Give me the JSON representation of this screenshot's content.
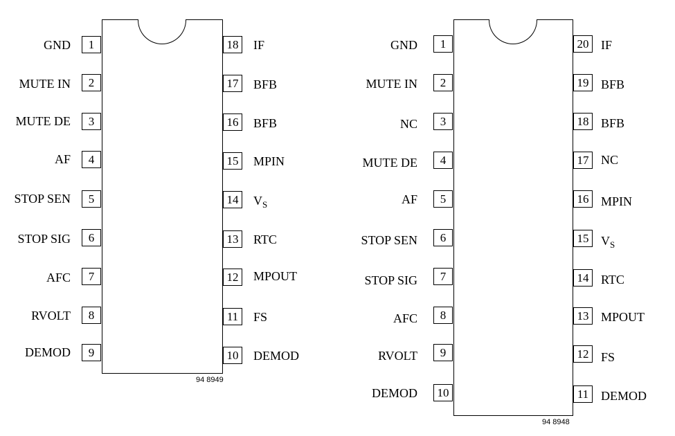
{
  "diagrams": [
    {
      "id": "dip18",
      "part_code": "94 8949",
      "left_pins": [
        {
          "num": "1",
          "label": "GND"
        },
        {
          "num": "2",
          "label": "MUTE IN"
        },
        {
          "num": "3",
          "label": "MUTE DE"
        },
        {
          "num": "4",
          "label": "AF"
        },
        {
          "num": "5",
          "label": "STOP SEN"
        },
        {
          "num": "6",
          "label": "STOP SIG"
        },
        {
          "num": "7",
          "label": "AFC"
        },
        {
          "num": "8",
          "label": "RVOLT"
        },
        {
          "num": "9",
          "label": "DEMOD"
        }
      ],
      "right_pins": [
        {
          "num": "18",
          "label": "IF"
        },
        {
          "num": "17",
          "label": "BFB"
        },
        {
          "num": "16",
          "label": "BFB"
        },
        {
          "num": "15",
          "label": "MPIN"
        },
        {
          "num": "14",
          "label": "V",
          "sub": "S"
        },
        {
          "num": "13",
          "label": "RTC"
        },
        {
          "num": "12",
          "label": "MPOUT"
        },
        {
          "num": "11",
          "label": "FS"
        },
        {
          "num": "10",
          "label": "DEMOD"
        }
      ]
    },
    {
      "id": "dip20",
      "part_code": "94 8948",
      "left_pins": [
        {
          "num": "1",
          "label": "GND"
        },
        {
          "num": "2",
          "label": "MUTE IN"
        },
        {
          "num": "3",
          "label": "NC"
        },
        {
          "num": "4",
          "label": "MUTE DE"
        },
        {
          "num": "5",
          "label": "AF"
        },
        {
          "num": "6",
          "label": "STOP SEN"
        },
        {
          "num": "7",
          "label": "STOP SIG"
        },
        {
          "num": "8",
          "label": "AFC"
        },
        {
          "num": "9",
          "label": "RVOLT"
        },
        {
          "num": "10",
          "label": "DEMOD"
        }
      ],
      "right_pins": [
        {
          "num": "20",
          "label": "IF"
        },
        {
          "num": "19",
          "label": "BFB"
        },
        {
          "num": "18",
          "label": "BFB"
        },
        {
          "num": "17",
          "label": "NC"
        },
        {
          "num": "16",
          "label": "MPIN"
        },
        {
          "num": "15",
          "label": "V",
          "sub": "S"
        },
        {
          "num": "14",
          "label": "RTC"
        },
        {
          "num": "13",
          "label": "MPOUT"
        },
        {
          "num": "12",
          "label": "FS"
        },
        {
          "num": "11",
          "label": "DEMOD"
        }
      ]
    }
  ]
}
